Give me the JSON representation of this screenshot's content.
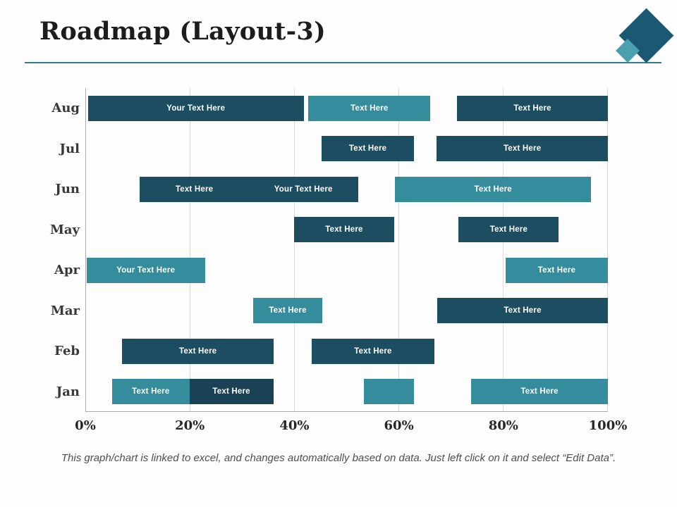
{
  "slide": {
    "title": "Roadmap (Layout-3)",
    "footer": "This graph/chart is linked to excel, and changes automatically based on data. Just left click on it and select “Edit Data”.",
    "colors": {
      "dark": "#1D4D61",
      "teal": "#348C9D",
      "navy": "#1B4155",
      "accent_line": "#2E7D91",
      "diamond_large": "#1B5972",
      "diamond_small": "#4BA0AF"
    }
  },
  "chart_data": {
    "type": "bar",
    "orientation": "horizontal-gantt",
    "title": "Roadmap (Layout-3)",
    "categories": [
      "Aug",
      "Jul",
      "Jun",
      "May",
      "Apr",
      "Mar",
      "Feb",
      "Jan"
    ],
    "x_ticks": [
      "0%",
      "20%",
      "40%",
      "60%",
      "80%",
      "100%"
    ],
    "x_tick_positions": [
      0,
      20,
      40,
      60,
      80,
      100
    ],
    "xlim": [
      0,
      100
    ],
    "grid": true,
    "rows": [
      {
        "month": "Aug",
        "segments": [
          {
            "start": 0.4,
            "end": 41.7,
            "color": "dark",
            "label": "Your Text Here"
          },
          {
            "start": 42.6,
            "end": 66.0,
            "color": "teal",
            "label": "Text Here"
          },
          {
            "start": 71.1,
            "end": 100,
            "color": "dark",
            "label": "Text Here"
          }
        ]
      },
      {
        "month": "Jul",
        "segments": [
          {
            "start": 45.1,
            "end": 62.9,
            "color": "dark",
            "label": "Text Here"
          },
          {
            "start": 67.2,
            "end": 100,
            "color": "dark",
            "label": "Text Here"
          }
        ]
      },
      {
        "month": "Jun",
        "segments": [
          {
            "start": 10.3,
            "end": 31.2,
            "color": "dark",
            "label": "Text Here"
          },
          {
            "start": 31.2,
            "end": 52.1,
            "color": "dark",
            "label": "Your Text Here"
          },
          {
            "start": 59.2,
            "end": 96.8,
            "color": "teal",
            "label": "Text Here"
          }
        ]
      },
      {
        "month": "May",
        "segments": [
          {
            "start": 39.9,
            "end": 59.0,
            "color": "dark",
            "label": "Text Here"
          },
          {
            "start": 71.4,
            "end": 90.6,
            "color": "dark",
            "label": "Text Here"
          }
        ]
      },
      {
        "month": "Apr",
        "segments": [
          {
            "start": 0.1,
            "end": 22.8,
            "color": "teal",
            "label": "Your Text Here"
          },
          {
            "start": 80.4,
            "end": 100,
            "color": "teal",
            "label": "Text Here"
          }
        ]
      },
      {
        "month": "Mar",
        "segments": [
          {
            "start": 32.0,
            "end": 45.3,
            "color": "teal",
            "label": "Text Here"
          },
          {
            "start": 67.3,
            "end": 100,
            "color": "dark",
            "label": "Text Here"
          }
        ]
      },
      {
        "month": "Feb",
        "segments": [
          {
            "start": 6.9,
            "end": 36.0,
            "color": "dark",
            "label": "Text Here"
          },
          {
            "start": 43.3,
            "end": 66.7,
            "color": "dark",
            "label": "Text Here"
          }
        ]
      },
      {
        "month": "Jan",
        "segments": [
          {
            "start": 5.0,
            "end": 19.8,
            "color": "teal",
            "label": "Text Here"
          },
          {
            "start": 19.8,
            "end": 35.9,
            "color": "navy",
            "label": "Text Here"
          },
          {
            "start": 53.2,
            "end": 62.9,
            "color": "teal",
            "label": ""
          },
          {
            "start": 73.8,
            "end": 100,
            "color": "teal",
            "label": "Text Here"
          }
        ]
      }
    ]
  }
}
